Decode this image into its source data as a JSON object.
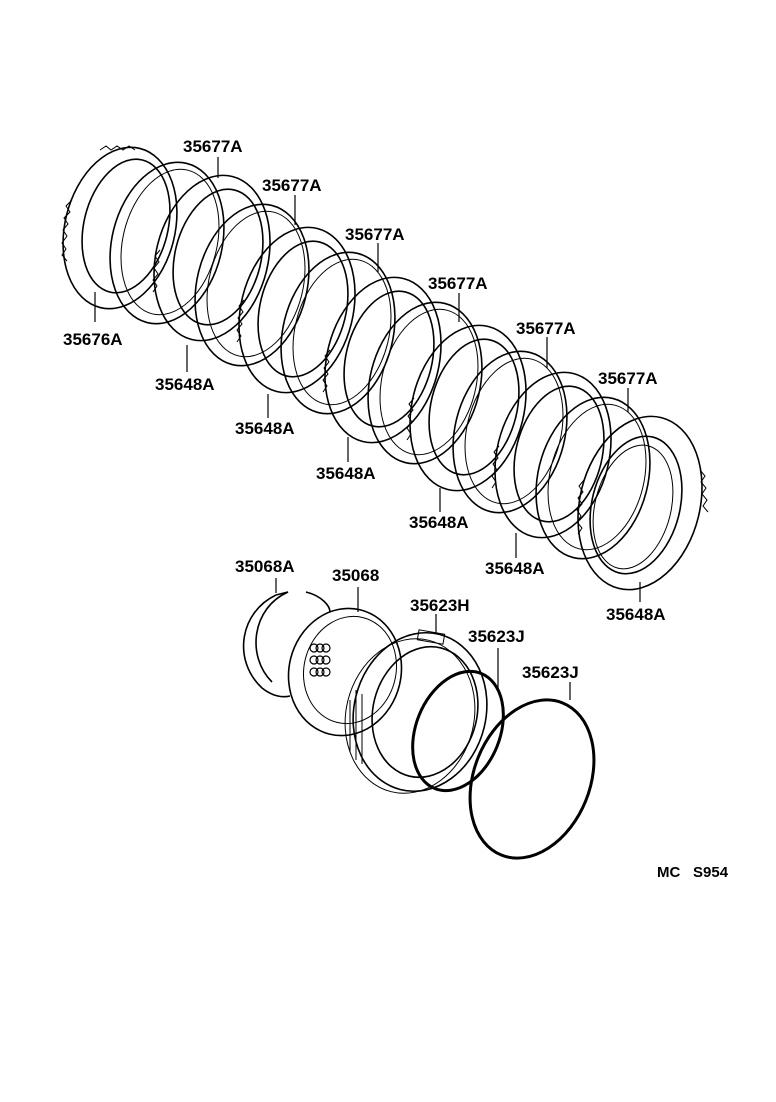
{
  "labels": {
    "disc_35676A": "35676A",
    "plate_35677A": "35677A",
    "disc_35648A": "35648A",
    "snap_ring_35068A": "35068A",
    "spring_retainer_35068": "35068",
    "piston_35623H": "35623H",
    "o_ring_35623J": "35623J"
  },
  "diagram_code": {
    "prefix": "MC",
    "number": "S954"
  }
}
